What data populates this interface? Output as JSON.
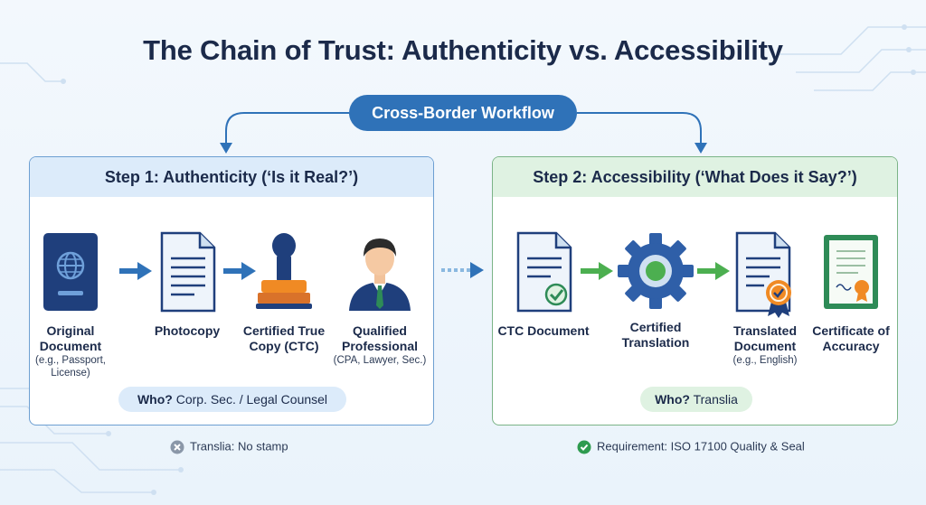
{
  "title": "The Chain of Trust: Authenticity vs. Accessibility",
  "workflow_label": "Cross-Border Workflow",
  "step1": {
    "header": "Step 1: Authenticity (‘Is it Real?’)",
    "items": [
      {
        "label": "Original Document",
        "sub": "(e.g., Passport, License)",
        "icon": "passport-icon"
      },
      {
        "label": "Photocopy",
        "sub": "",
        "icon": "document-icon"
      },
      {
        "label": "Certified True Copy (CTC)",
        "sub": "",
        "icon": "stamp-icon"
      },
      {
        "label": "Qualified Professional",
        "sub": "(CPA, Lawyer, Sec.)",
        "icon": "professional-icon"
      }
    ],
    "who_prefix": "Who?",
    "who_text": "Corp. Sec. / Legal Counsel",
    "note": "Translia: No stamp"
  },
  "step2": {
    "header": "Step 2: Accessibility (‘What Does it Say?’)",
    "items": [
      {
        "label": "CTC Document",
        "sub": "",
        "icon": "verified-document-icon"
      },
      {
        "label": "Certified Translation",
        "sub": "",
        "icon": "gear-icon"
      },
      {
        "label": "Translated Document",
        "sub": "(e.g., English)",
        "icon": "translated-document-icon"
      },
      {
        "label": "Certificate of Accuracy",
        "sub": "",
        "icon": "certificate-icon"
      }
    ],
    "who_prefix": "Who?",
    "who_text": "Translia",
    "note": "Requirement: ISO 17100 Quality & Seal"
  },
  "colors": {
    "blue_accent": "#2f72b8",
    "green_accent": "#4caf50",
    "navy": "#1b3f7a",
    "orange": "#f08a24"
  }
}
